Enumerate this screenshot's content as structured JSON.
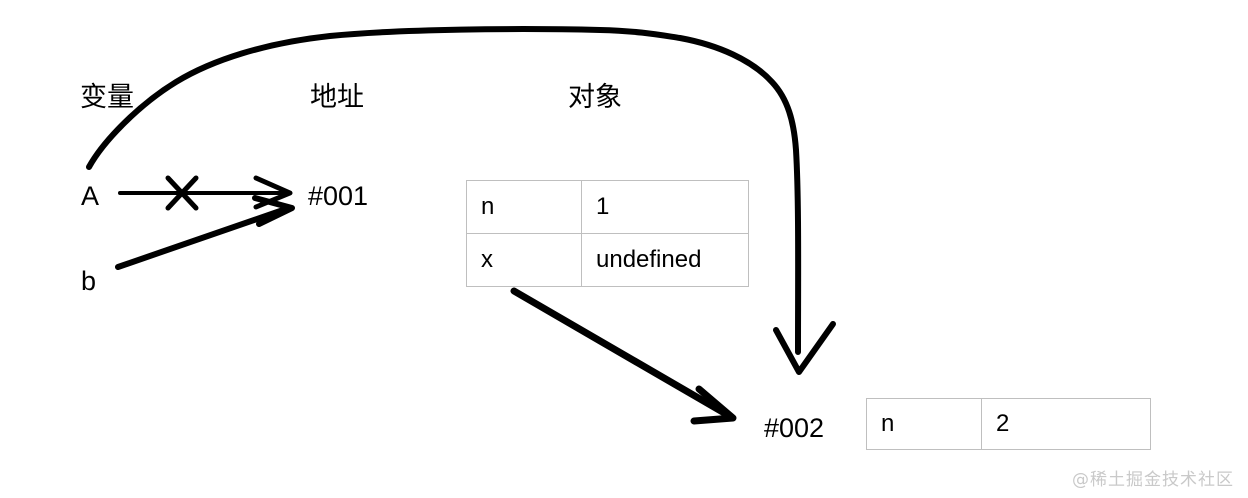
{
  "diagram": {
    "title_columns": [
      {
        "id": "variable",
        "label": "变量"
      },
      {
        "id": "address",
        "label": "地址"
      },
      {
        "id": "object",
        "label": "对象"
      }
    ],
    "variables": [
      {
        "id": "A",
        "label": "A"
      },
      {
        "id": "b",
        "label": "b"
      }
    ],
    "addresses": [
      {
        "id": "addr001",
        "label": "#001"
      },
      {
        "id": "addr002",
        "label": "#002"
      }
    ],
    "objects": [
      {
        "id": "obj001",
        "address": "#001",
        "rows": [
          {
            "key": "n",
            "value": "1"
          },
          {
            "key": "x",
            "value": "undefined"
          }
        ]
      },
      {
        "id": "obj002",
        "address": "#002",
        "rows": [
          {
            "key": "n",
            "value": "2"
          }
        ]
      }
    ],
    "connectors": [
      {
        "id": "a-to-001",
        "from": "A",
        "to": "#001",
        "state": "crossed-out",
        "marker": "x-cross"
      },
      {
        "id": "b-to-001",
        "from": "b",
        "to": "#001",
        "state": "active"
      },
      {
        "id": "obj001-x-to-002",
        "from": "x",
        "to": "#002",
        "state": "active"
      },
      {
        "id": "curve-variable-to-002",
        "from": "变量",
        "to": "#002",
        "state": "active"
      }
    ],
    "ink_color": "#000000",
    "table_border_color": "#bfbfbf"
  },
  "watermark": {
    "text": "@稀土掘金技术社区"
  }
}
